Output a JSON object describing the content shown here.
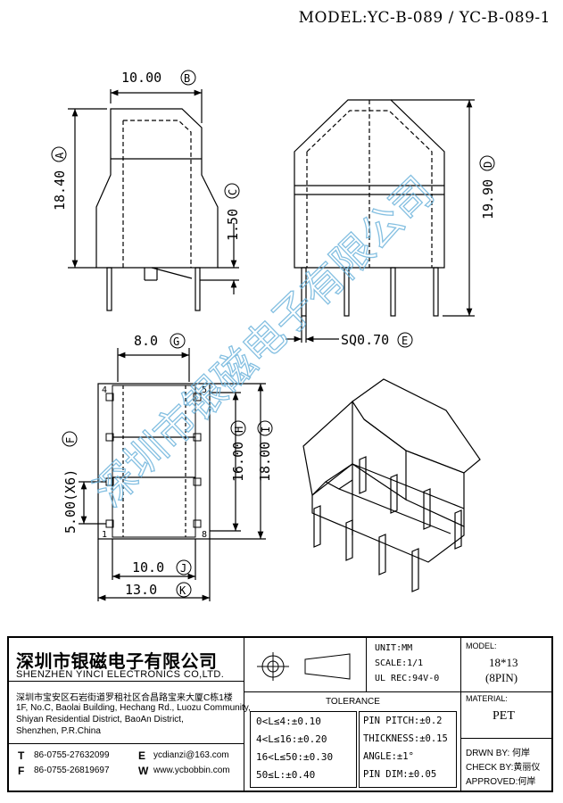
{
  "model_label": "MODEL:YC-B-089 / YC-B-089-1",
  "watermark": "深圳市银磁电子有限公司",
  "dimensions": {
    "A": {
      "value": "18.40",
      "letter": "A"
    },
    "B": {
      "value": "10.00",
      "letter": "B"
    },
    "C": {
      "value": "1.50",
      "letter": "C"
    },
    "D": {
      "value": "19.90",
      "letter": "D"
    },
    "E": {
      "value": "SQ0.70",
      "letter": "E"
    },
    "F": {
      "value": "5.00(X6)",
      "letter": "F"
    },
    "G": {
      "value": "8.0",
      "letter": "G"
    },
    "H": {
      "value": "16.00",
      "letter": "H"
    },
    "I": {
      "value": "18.00",
      "letter": "I"
    },
    "J": {
      "value": "10.0",
      "letter": "J"
    },
    "K": {
      "value": "13.0",
      "letter": "K"
    }
  },
  "pins": {
    "p1": "1",
    "p4": "4",
    "p5": "5",
    "p8": "8"
  },
  "company": {
    "name_cn": "深圳市银磁电子有限公司",
    "name_en": "SHENZHEN YINCI ELECTRONICS CO,LTD.",
    "address_cn": "深圳市宝安区石岩街道罗租社区合昌路宝来大厦C栋1楼",
    "address_en1": "1F, No.C, Baolai Building, Hechang Rd., Luozu Community,",
    "address_en2": "Shiyan Residential District, BaoAn District,",
    "address_en3": "Shenzhen, P.R.China",
    "tel_label": "T",
    "tel": "86-0755-27632099",
    "fax_label": "F",
    "fax": "86-0755-26819697",
    "email_label": "E",
    "email": "ycdianzi@163.com",
    "web_label": "W",
    "web": "www.ycbobbin.com"
  },
  "unit": "UNIT:MM",
  "scale": "SCALE:1/1",
  "ul": "UL REC:94V-0",
  "model_box_label": "MODEL:",
  "model_box_value1": "18*13",
  "model_box_value2": "(8PIN)",
  "material_label": "MATERIAL:",
  "material": "PET",
  "tolerance_title": "TOLERANCE",
  "tolerances": [
    "0<L≤4:±0.10",
    "4<L≤16:±0.20",
    "16<L≤50:±0.30",
    "50≤L:±0.40"
  ],
  "specs": [
    "PIN PITCH:±0.2",
    "THICKNESS:±0.15",
    "ANGLE:±1°",
    "PIN DIM:±0.05"
  ],
  "drawn_by": "DRWN BY: 何岸",
  "check_by": "CHECK BY:黄丽仪",
  "approved": "APPROVED:何岸"
}
